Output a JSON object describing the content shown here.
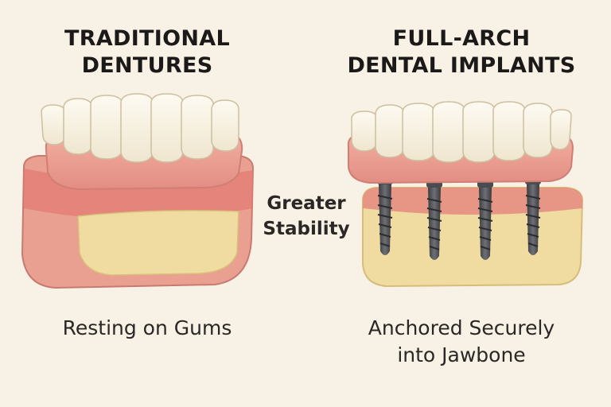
{
  "left": {
    "title_line1": "TRADITIONAL",
    "title_line2": "DENTURES",
    "caption": "Resting on Gums"
  },
  "right": {
    "title_line1": "FULL-ARCH",
    "title_line2": "DENTAL IMPLANTS",
    "caption_line1": "Anchored Securely",
    "caption_line2": "into Jawbone"
  },
  "center": {
    "line1": "Greater",
    "line2": "Stability"
  },
  "colors": {
    "background": "#f8f1e6",
    "gum": "#e89a8f",
    "gum_dark": "#d96e6a",
    "bone": "#f0dca0",
    "tooth": "#faf6ea",
    "implant": "#55565a"
  }
}
